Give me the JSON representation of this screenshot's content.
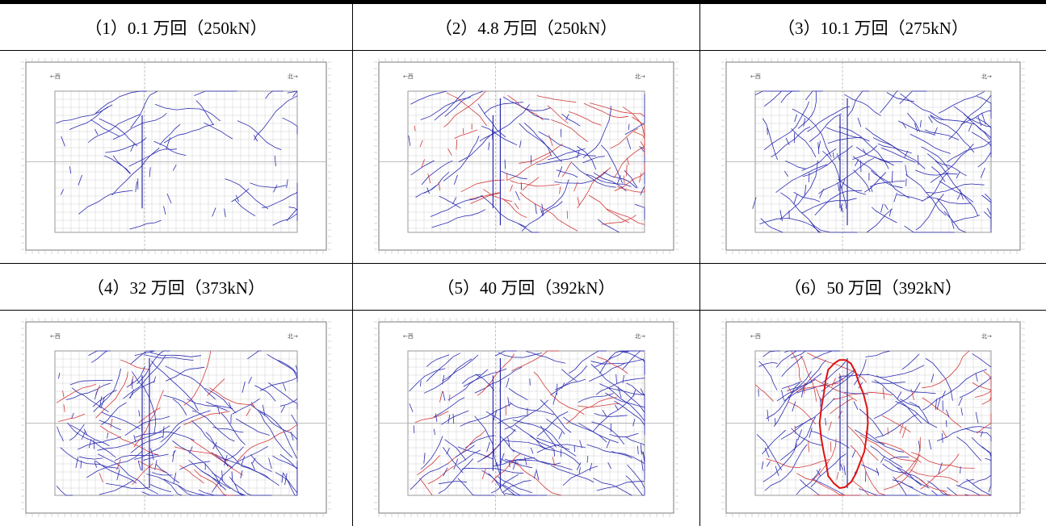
{
  "panels": [
    {
      "caption": "（1）0.1 万回（250kN）",
      "density": 0.33,
      "red_ratio": 0.0,
      "vertical_cracks": true,
      "spalling_outline": false
    },
    {
      "caption": "（2）4.8 万回（250kN）",
      "density": 0.72,
      "red_ratio": 0.45,
      "vertical_cracks": true,
      "spalling_outline": false
    },
    {
      "caption": "（3）10.1 万回（275kN）",
      "density": 0.8,
      "red_ratio": 0.0,
      "vertical_cracks": true,
      "spalling_outline": false
    },
    {
      "caption": "（4）32 万回（373kN）",
      "density": 1.0,
      "red_ratio": 0.18,
      "vertical_cracks": true,
      "spalling_outline": false
    },
    {
      "caption": "（5）40 万回（392kN）",
      "density": 1.0,
      "red_ratio": 0.12,
      "vertical_cracks": true,
      "spalling_outline": false
    },
    {
      "caption": "（6）50 万回（392kN）",
      "density": 1.0,
      "red_ratio": 0.3,
      "vertical_cracks": true,
      "spalling_outline": true
    }
  ],
  "colors": {
    "crack_primary": "#2b2bb0",
    "crack_secondary": "#d23a3a",
    "outline": "#e01010",
    "grid": "#cfcfcf",
    "frame": "#7a7a7a",
    "text": "#000000"
  },
  "figure_labels": {
    "left": "←西",
    "right": "北→"
  }
}
